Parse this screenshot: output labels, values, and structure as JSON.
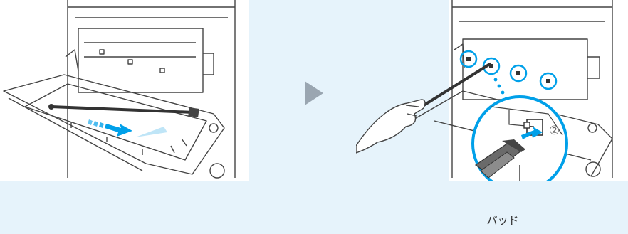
{
  "illustration_left": {
    "icon": "printer-open-cover-with-cleaning-rod"
  },
  "step_indicator": {
    "icon": "play-triangle-icon",
    "color": "#9aa6b1"
  },
  "illustration_right": {
    "icon": "hand-inserting-cleaning-rod-into-ports",
    "highlight_color": "#00a0e9",
    "step_number": "②",
    "callout_label": "パッド"
  }
}
